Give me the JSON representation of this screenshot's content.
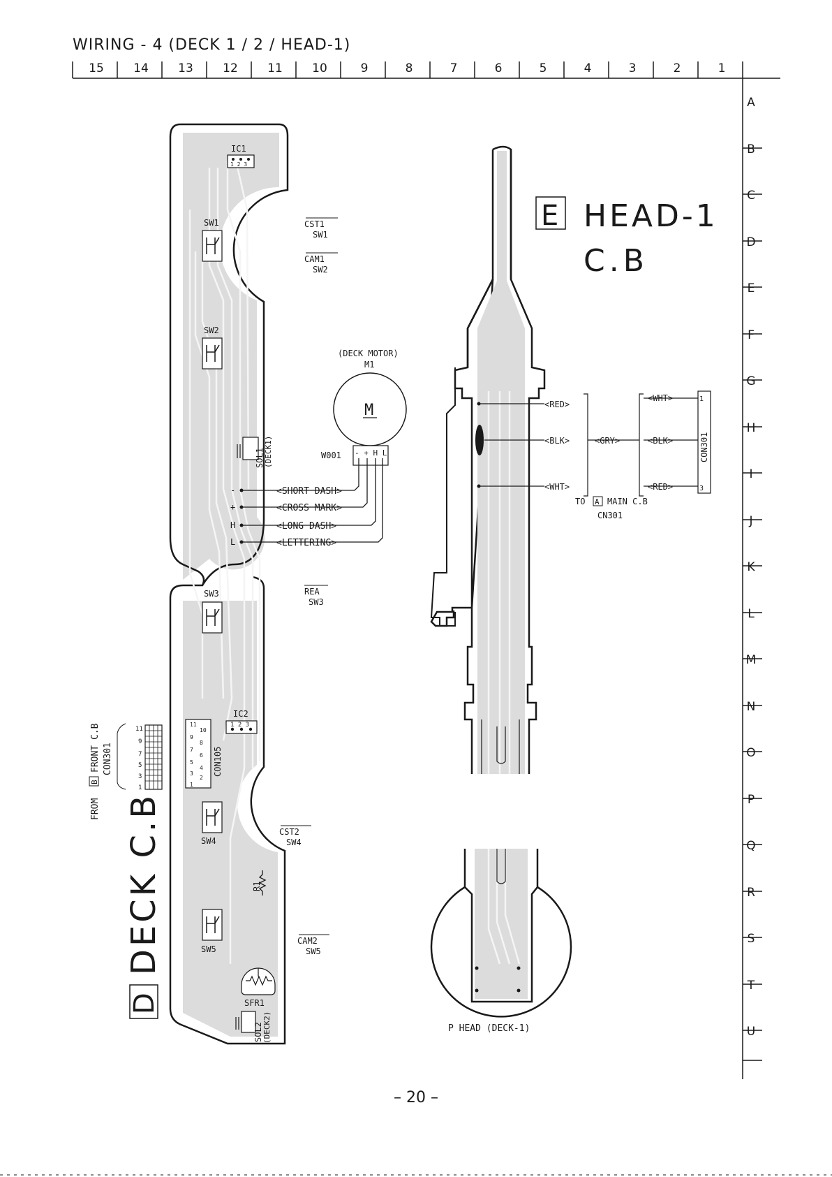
{
  "header": {
    "title": "WIRING - 4 (DECK 1 / 2 / HEAD-1)"
  },
  "grid": {
    "columns": [
      "15",
      "14",
      "13",
      "12",
      "11",
      "10",
      "9",
      "8",
      "7",
      "6",
      "5",
      "4",
      "3",
      "2",
      "1"
    ],
    "rows": [
      "A",
      "B",
      "C",
      "D",
      "E",
      "F",
      "G",
      "H",
      "I",
      "J",
      "K",
      "L",
      "M",
      "N",
      "O",
      "P",
      "Q",
      "R",
      "S",
      "T",
      "U"
    ]
  },
  "deck_board": {
    "letter": "D",
    "name": "DECK C.B",
    "ic1": "IC1",
    "ic2": "IC2",
    "pins123": "1 2 3",
    "sw1": "SW1",
    "sw2": "SW2",
    "sw3": "SW3",
    "sw4": "SW4",
    "sw5": "SW5",
    "sol1": "SOL1",
    "sol1_sub": "(DECK1)",
    "sol2": "SOL2",
    "sol2_sub": "(DECK2)",
    "r1": "R1",
    "sfr1": "SFR1",
    "con105": "CON105",
    "con105_pins": [
      "11",
      "10",
      "9",
      "8",
      "7",
      "6",
      "5",
      "4",
      "3",
      "2",
      "1"
    ],
    "motor_pins": [
      "-",
      "+",
      "H",
      "L"
    ],
    "from_line1": "FROM",
    "from_box": "B",
    "from_line2": "FRONT C.B",
    "from_con": "CON301",
    "from_pins": [
      "11",
      "9",
      "7",
      "5",
      "3",
      "1"
    ]
  },
  "switch_notes": [
    {
      "name": "CST1",
      "sw": "SW1"
    },
    {
      "name": "CAM1",
      "sw": "SW2"
    },
    {
      "name": "REA",
      "sw": "SW3"
    },
    {
      "name": "CST2",
      "sw": "SW4"
    },
    {
      "name": "CAM2",
      "sw": "SW5"
    }
  ],
  "motor": {
    "title": "(DECK MOTOR)",
    "ref": "M1",
    "symbol": "M",
    "wire": "W001",
    "pins": "- + H L",
    "wires": [
      "<SHORT DASH>",
      "<CROSS MARK>",
      "<LONG DASH>",
      "<LETTERING>"
    ]
  },
  "head_board": {
    "letter": "E",
    "name_line1": "HEAD-1",
    "name_line2": "C.B",
    "left_wires": [
      "<RED>",
      "<BLK>",
      "<WHT>"
    ],
    "mid_wire": "<GRY>",
    "right_wires": [
      "<WHT>",
      "<BLK>",
      "<RED>"
    ],
    "con": "CON301",
    "con_pin_top": "1",
    "con_pin_bottom": "3",
    "to_prefix": "TO",
    "to_box": "A",
    "to_suffix": "MAIN C.B",
    "to_con": "CN301",
    "phead": "P HEAD  (DECK-1)"
  },
  "footer": {
    "page": "– 20 –"
  }
}
